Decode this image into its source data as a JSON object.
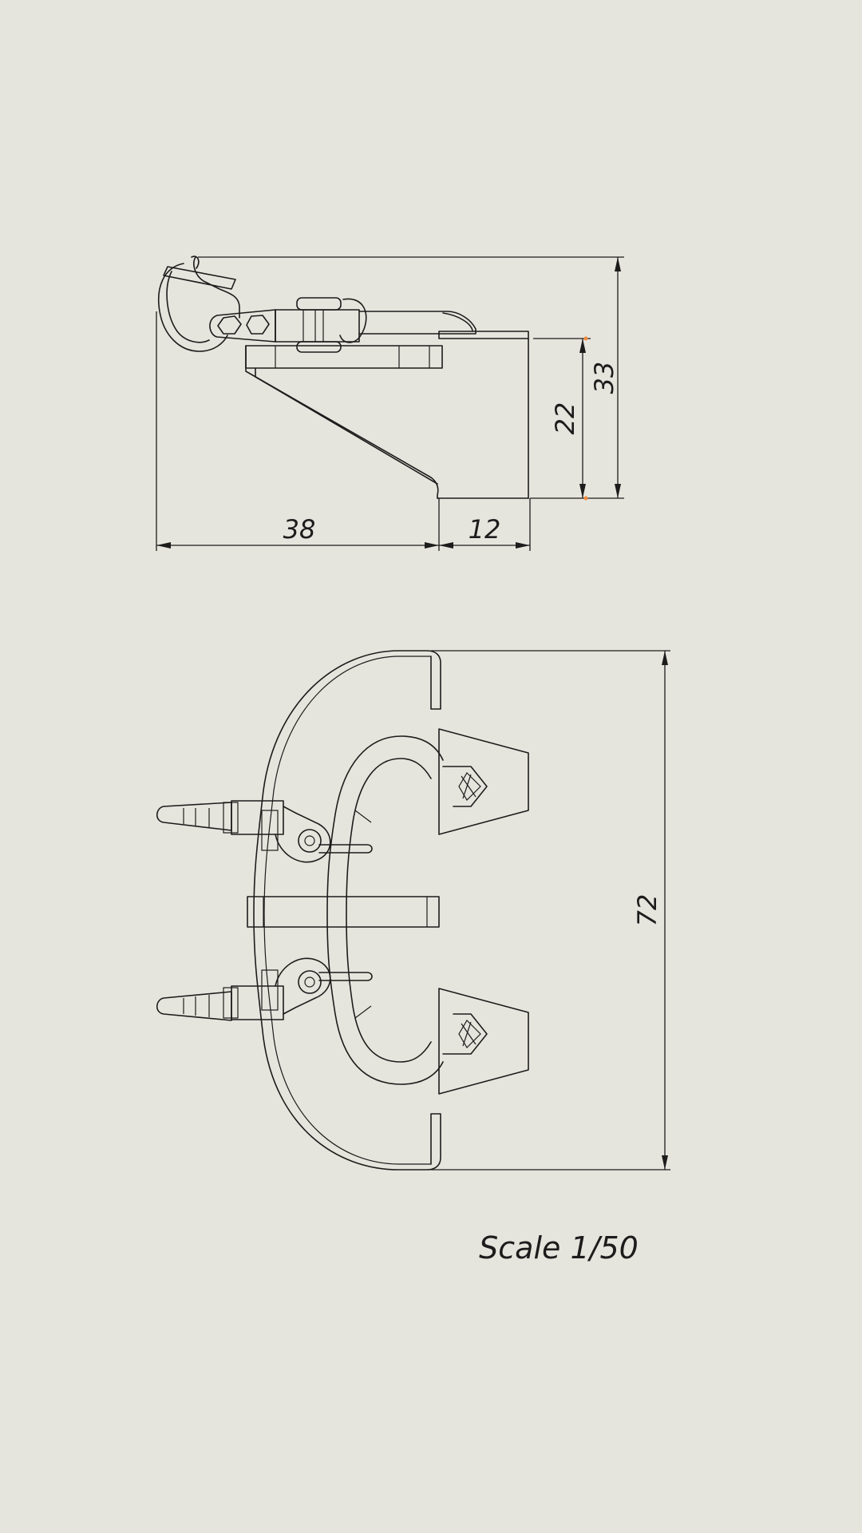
{
  "drawing": {
    "dimensions": {
      "side_width_left": "38",
      "side_width_right": "12",
      "side_height_inner": "22",
      "side_height_total": "33",
      "top_height": "72"
    },
    "scale_label": "Scale 1/50",
    "colors": {
      "background": "#e6e5dd",
      "line": "#1c1c1c",
      "marker": "#f08a3c"
    }
  }
}
